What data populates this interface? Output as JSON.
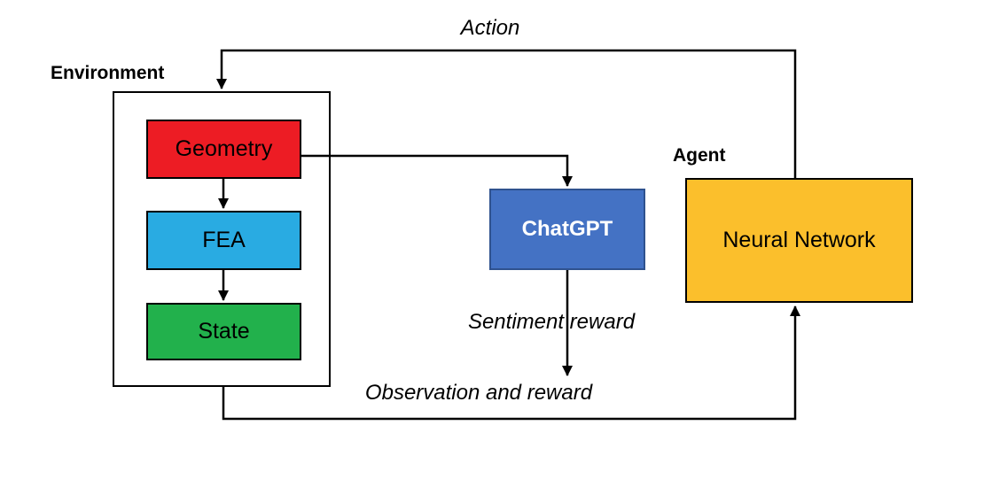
{
  "groups": {
    "environment": {
      "label": "Environment"
    },
    "agent": {
      "label": "Agent"
    }
  },
  "nodes": {
    "geometry": {
      "label": "Geometry",
      "fill": "#ED1C24",
      "border": "#000000",
      "text": "#000000"
    },
    "fea": {
      "label": "FEA",
      "fill": "#29ABE2",
      "border": "#000000",
      "text": "#000000"
    },
    "state": {
      "label": "State",
      "fill": "#22B14C",
      "border": "#000000",
      "text": "#000000"
    },
    "chatgpt": {
      "label": "ChatGPT",
      "fill": "#4472C4",
      "border": "#2F528F",
      "text": "#FFFFFF"
    },
    "neural_network": {
      "label": "Neural Network",
      "fill": "#FBBF2C",
      "border": "#000000",
      "text": "#000000"
    }
  },
  "edge_labels": {
    "action": "Action",
    "sentiment_reward": "Sentiment reward",
    "observation_reward": "Observation and reward"
  },
  "edges": [
    {
      "from": "neural_network",
      "to": "environment",
      "label_key": "action"
    },
    {
      "from": "geometry",
      "to": "chatgpt",
      "label_key": ""
    },
    {
      "from": "geometry",
      "to": "fea",
      "label_key": ""
    },
    {
      "from": "fea",
      "to": "state",
      "label_key": ""
    },
    {
      "from": "chatgpt",
      "to": "observation-and-reward-flow",
      "label_key": "sentiment_reward"
    },
    {
      "from": "environment",
      "to": "neural_network",
      "label_key": "observation_reward"
    }
  ],
  "colors": {
    "connector": "#000000",
    "environment_border": "#000000",
    "background": "#FFFFFF"
  }
}
